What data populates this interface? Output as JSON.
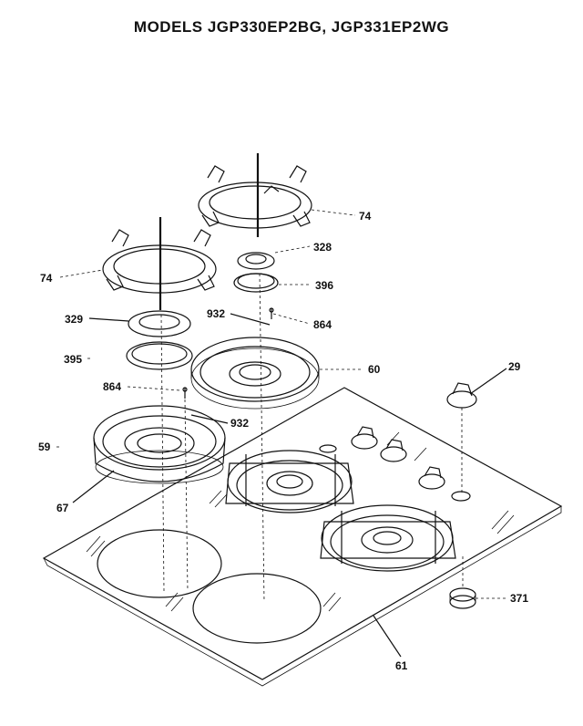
{
  "title": "MODELS JGP330EP2BG, JGP331EP2WG",
  "labels": {
    "p74_right": "74",
    "p74_left": "74",
    "p328": "328",
    "p396": "396",
    "p329": "329",
    "p395": "395",
    "p932_top": "932",
    "p864_right": "864",
    "p60": "60",
    "p29": "29",
    "p864_left": "864",
    "p932_mid": "932",
    "p59": "59",
    "p67": "67",
    "p371": "371",
    "p61": "61"
  }
}
